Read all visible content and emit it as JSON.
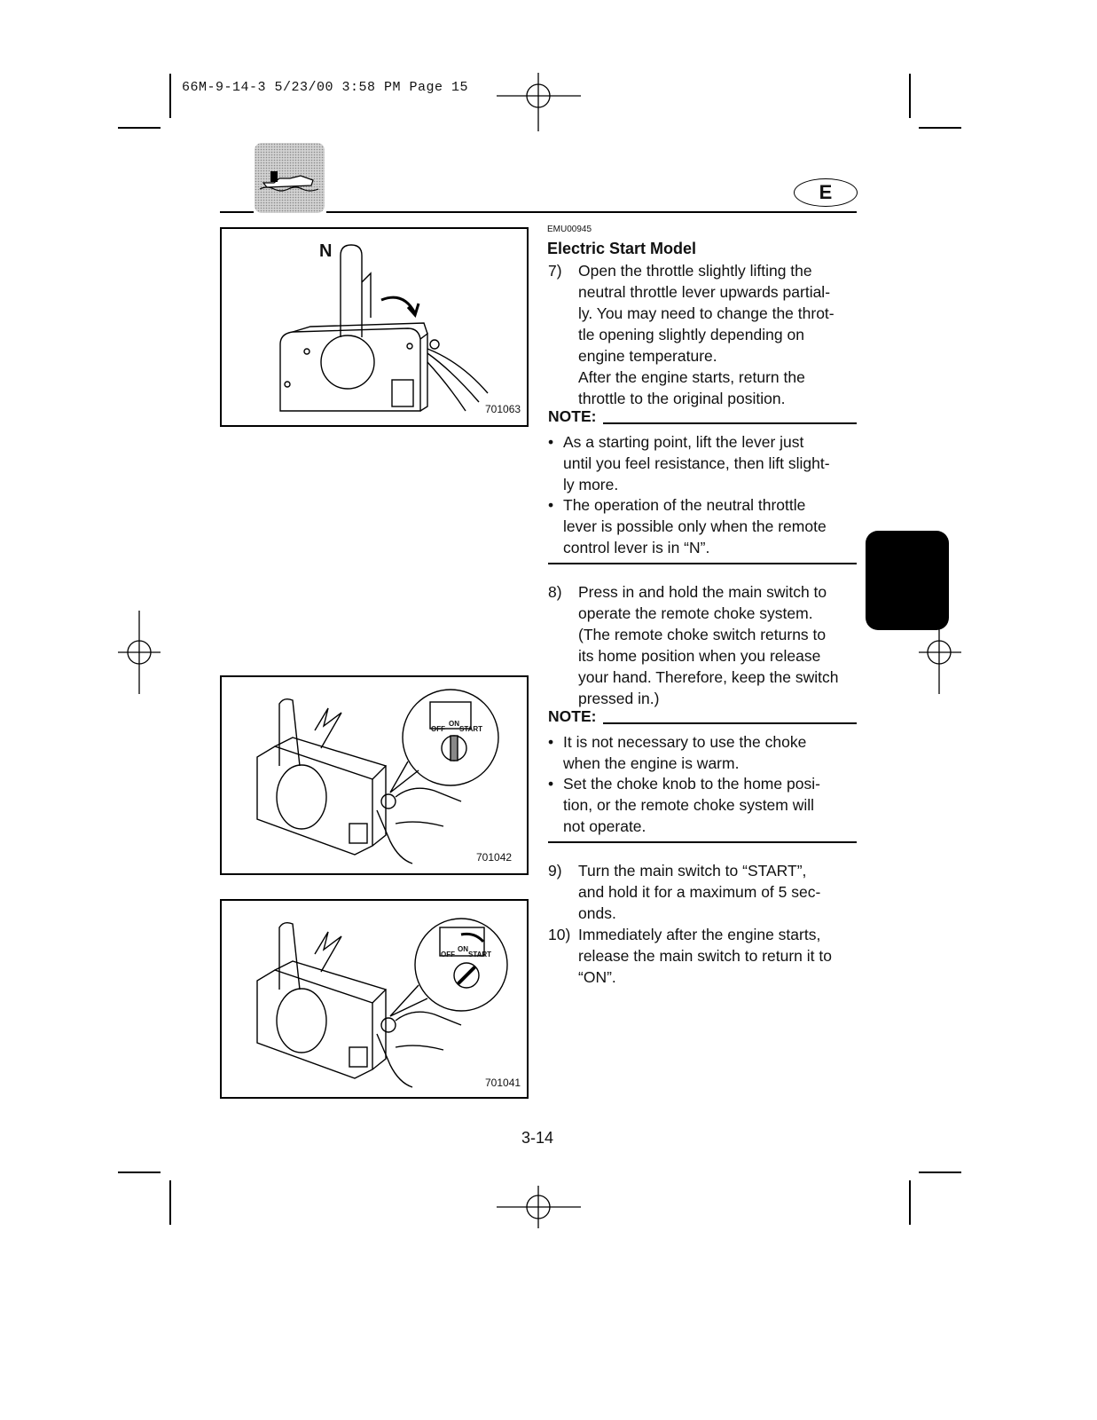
{
  "print_slug": "66M-9-14-3  5/23/00 3:58 PM  Page 15",
  "language_badge": "E",
  "section_code": "EMU00945",
  "section_title": "Electric Start Model",
  "steps": [
    {
      "num": "7)",
      "lines": [
        "Open the throttle slightly lifting the",
        "neutral throttle lever upwards partial-",
        "ly. You may need to change the throt-",
        "tle opening slightly depending on",
        "engine temperature.",
        "After the engine starts, return the",
        "throttle to the original position."
      ]
    },
    {
      "num": "8)",
      "lines": [
        "Press in and hold the main switch to",
        "operate the remote choke system.",
        "(The remote choke switch returns to",
        "its home position when you release",
        "your hand. Therefore, keep the switch",
        "pressed in.)"
      ]
    },
    {
      "num": "9)",
      "lines": [
        "Turn the main switch to “START”,",
        "and hold it for a maximum of 5 sec-",
        "onds."
      ]
    },
    {
      "num": "10)",
      "lines": [
        "Immediately after the engine starts,",
        "release the main switch to return it to",
        "“ON”."
      ]
    }
  ],
  "note_label": "NOTE:",
  "note1_bullets": [
    [
      "As a starting point, lift the lever just",
      "until you feel resistance, then lift slight-",
      "ly more."
    ],
    [
      "The operation of the neutral throttle",
      "lever is possible only when the remote",
      "control lever is in “N”."
    ]
  ],
  "note2_bullets": [
    [
      "It is not necessary to use the choke",
      "when the engine is warm."
    ],
    [
      "Set the choke knob to the home posi-",
      "tion, or the remote choke system will",
      "not operate."
    ]
  ],
  "figures": [
    {
      "code": "701063",
      "label_n": "N"
    },
    {
      "code": "701042",
      "switch_labels": {
        "on": "ON",
        "off": "OFF",
        "start": "START"
      }
    },
    {
      "code": "701041",
      "switch_labels": {
        "on": "ON",
        "off": "OFF",
        "start": "START"
      }
    }
  ],
  "page_number": "3-14",
  "colors": {
    "ink": "#111111",
    "thumb_tab": "#000000",
    "icon_bg": "#c8c8c8"
  }
}
